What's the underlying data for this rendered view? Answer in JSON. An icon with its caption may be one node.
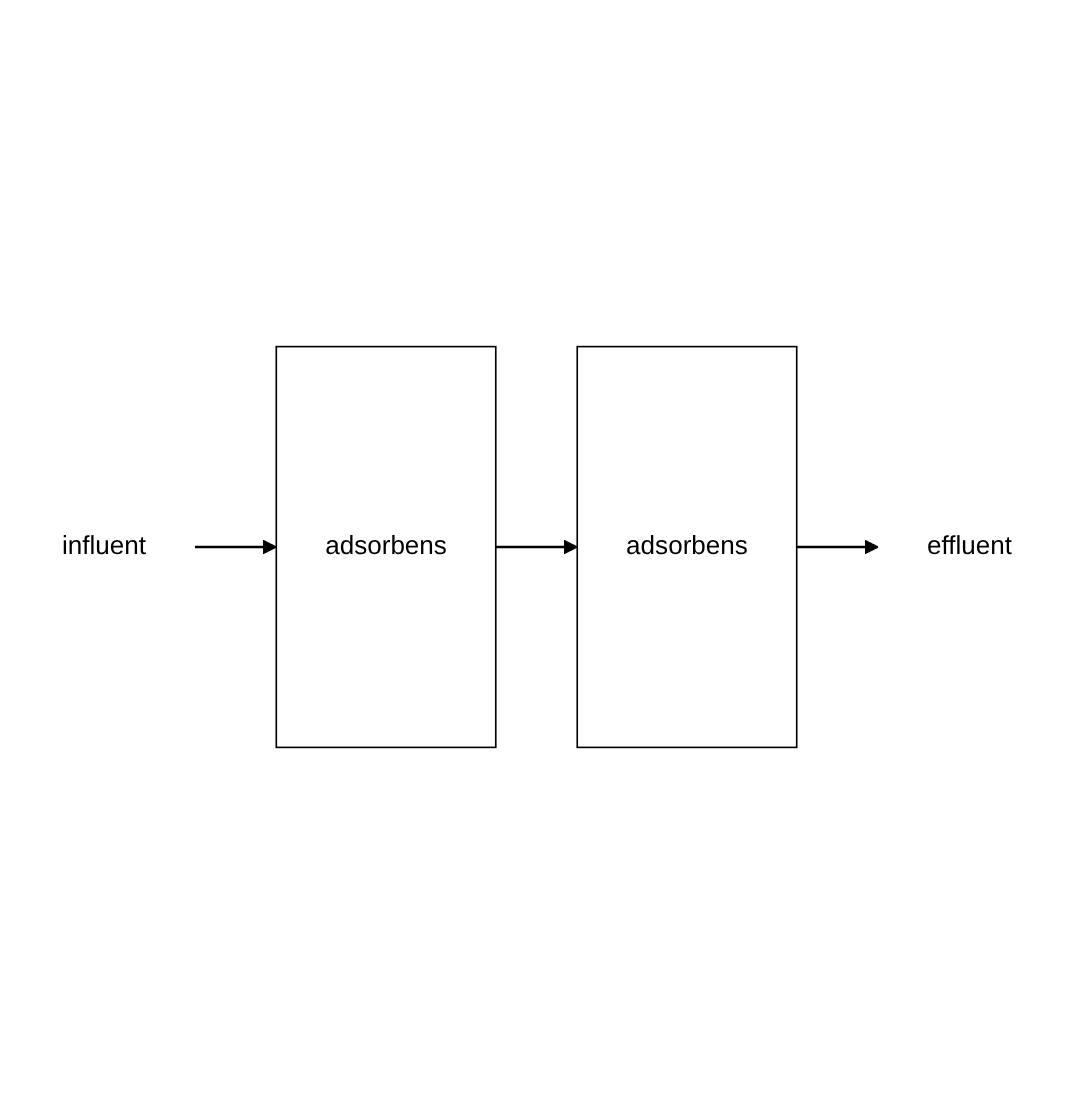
{
  "diagram": {
    "nodes": [
      {
        "text": [
          "influent"
        ]
      },
      {
        "text": [
          "adsorbens"
        ]
      },
      {
        "text": [
          "adsorbens"
        ]
      },
      {
        "text": [
          "effluent"
        ]
      }
    ],
    "edges": [
      {
        "from": 0,
        "to": 1,
        "arrow": "to"
      },
      {
        "from": 1,
        "to": 2,
        "arrow": "to"
      },
      {
        "from": 2,
        "to": 3,
        "arrow": "to"
      }
    ]
  }
}
